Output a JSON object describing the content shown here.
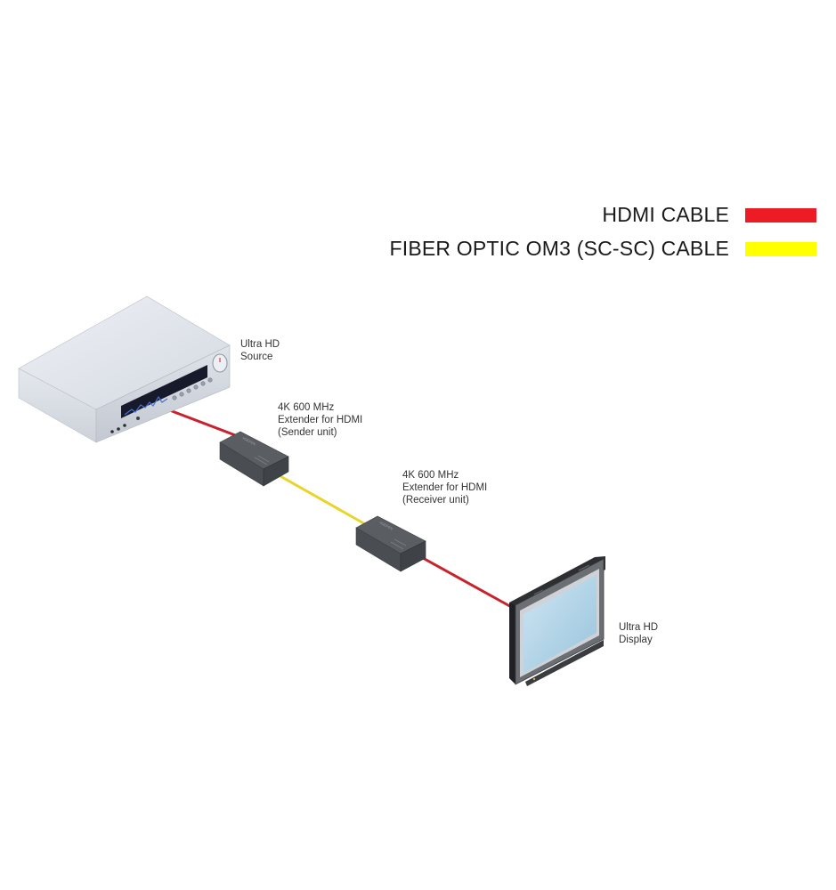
{
  "legend": {
    "items": [
      {
        "label": "HDMI CABLE",
        "color": "#ed1c24"
      },
      {
        "label": "FIBER OPTIC OM3 (SC-SC) CABLE",
        "color": "#ffff00"
      }
    ]
  },
  "devices": {
    "source": {
      "line1": "Ultra HD",
      "line2": "Source",
      "icon": "media-player-icon"
    },
    "sender": {
      "line1": "4K 600 MHz",
      "line2": "Extender for HDMI",
      "line3": "(Sender unit)",
      "icon": "extender-box-icon"
    },
    "receiver": {
      "line1": "4K 600 MHz",
      "line2": "Extender for HDMI",
      "line3": "(Receiver unit)",
      "icon": "extender-box-icon"
    },
    "display": {
      "line1": "Ultra HD",
      "line2": "Display",
      "icon": "monitor-icon"
    }
  },
  "connections": [
    {
      "from": "source",
      "to": "sender",
      "type": "HDMI CABLE",
      "color": "#c8232c"
    },
    {
      "from": "sender",
      "to": "receiver",
      "type": "FIBER OPTIC OM3 (SC-SC) CABLE",
      "color": "#e8d52a"
    },
    {
      "from": "receiver",
      "to": "display",
      "type": "HDMI CABLE",
      "color": "#c8232c"
    }
  ]
}
